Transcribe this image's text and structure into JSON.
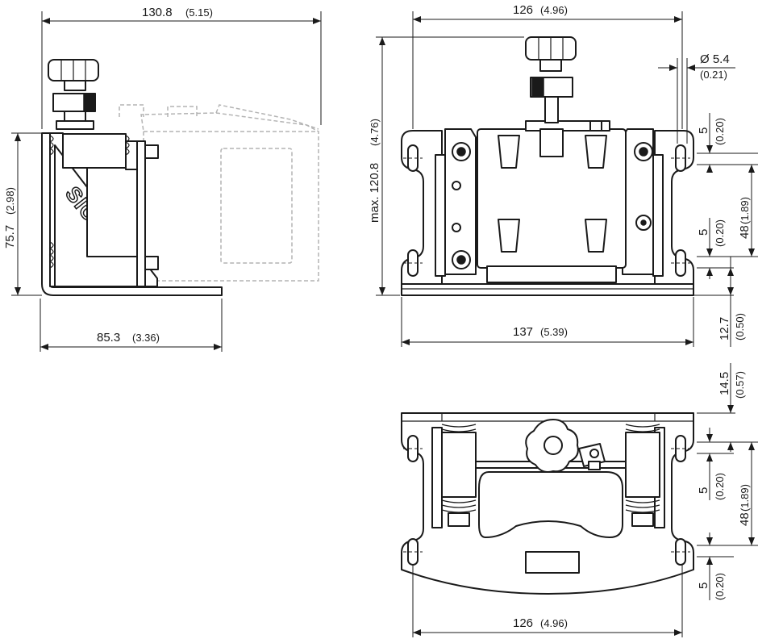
{
  "drawing": {
    "side_view": {
      "overall_width": {
        "value": "130.8",
        "inch": "(5.15)"
      },
      "base_width": {
        "value": "85.3",
        "inch": "(3.36)"
      },
      "height": {
        "value": "75.7",
        "inch": "(2.98)"
      },
      "logo_text": "SICK"
    },
    "front_view": {
      "top_width": {
        "value": "126",
        "inch": "(4.96)"
      },
      "bottom_width": {
        "value": "137",
        "inch": "(5.39)"
      },
      "max_height": {
        "value": "max. 120.8",
        "inch": "(4.76)"
      },
      "hole_diameter": {
        "value": "Ø 5.4",
        "inch": "(0.21)"
      },
      "slot_upper": {
        "value": "5",
        "inch": "(0.20)"
      },
      "slot_spacing": {
        "value": "48",
        "inch": "(1.89)"
      },
      "slot_lower": {
        "value": "5",
        "inch": "(0.20)"
      },
      "base_offset": {
        "value": "12.7",
        "inch": "(0.50)"
      }
    },
    "top_view": {
      "top_offset": {
        "value": "14.5",
        "inch": "(0.57)"
      },
      "slot_upper": {
        "value": "5",
        "inch": "(0.20)"
      },
      "slot_spacing": {
        "value": "48",
        "inch": "(1.89)"
      },
      "slot_lower": {
        "value": "5",
        "inch": "(0.20)"
      },
      "width": {
        "value": "126",
        "inch": "(4.96)"
      }
    }
  }
}
